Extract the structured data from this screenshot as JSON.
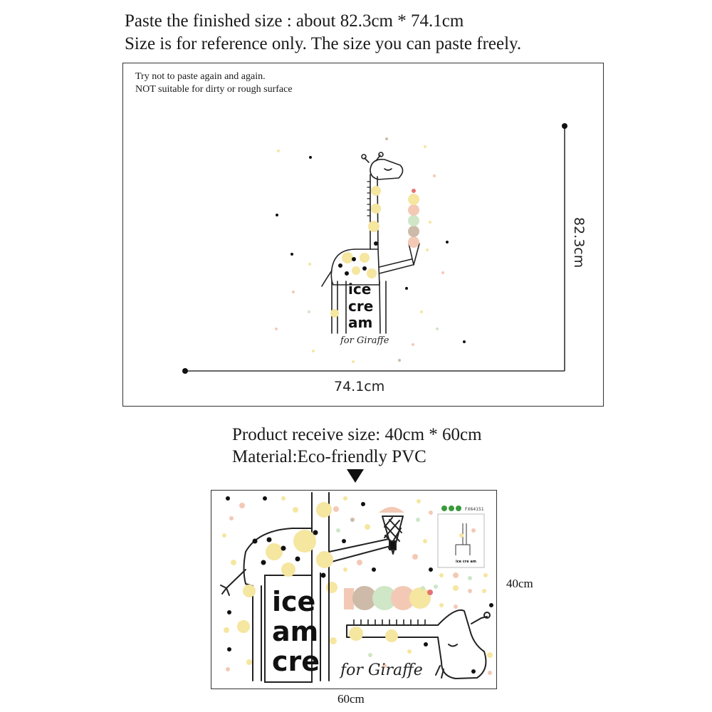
{
  "header": {
    "line1": "Paste the finished size : about 82.3cm * 74.1cm",
    "line2": "Size is for reference only. The size you can paste freely."
  },
  "notice": {
    "line1": "Try not to paste again and again.",
    "line2": "NOT suitable for dirty or rough surface"
  },
  "preview": {
    "height_label": "82.3cm",
    "width_label": "74.1cm",
    "text_ice": "ice",
    "text_cre": "cre",
    "text_am": "am",
    "signature": "for Giraffe"
  },
  "product": {
    "receive_size": "Product receive size: 40cm * 60cm",
    "material": "Material:Eco-friendly PVC",
    "height_label": "40cm",
    "width_label": "60cm",
    "text_ice": "ice",
    "text_am": "am",
    "text_cre": "cre",
    "signature": "for Giraffe",
    "code": "FX64151",
    "thumb_text": "ice cre am"
  },
  "colors": {
    "yellow_dot": "#f5e6a0",
    "peach": "#f3c9b5",
    "mint": "#cfe6c7",
    "taupe": "#cdbaa8",
    "line": "#222222"
  }
}
